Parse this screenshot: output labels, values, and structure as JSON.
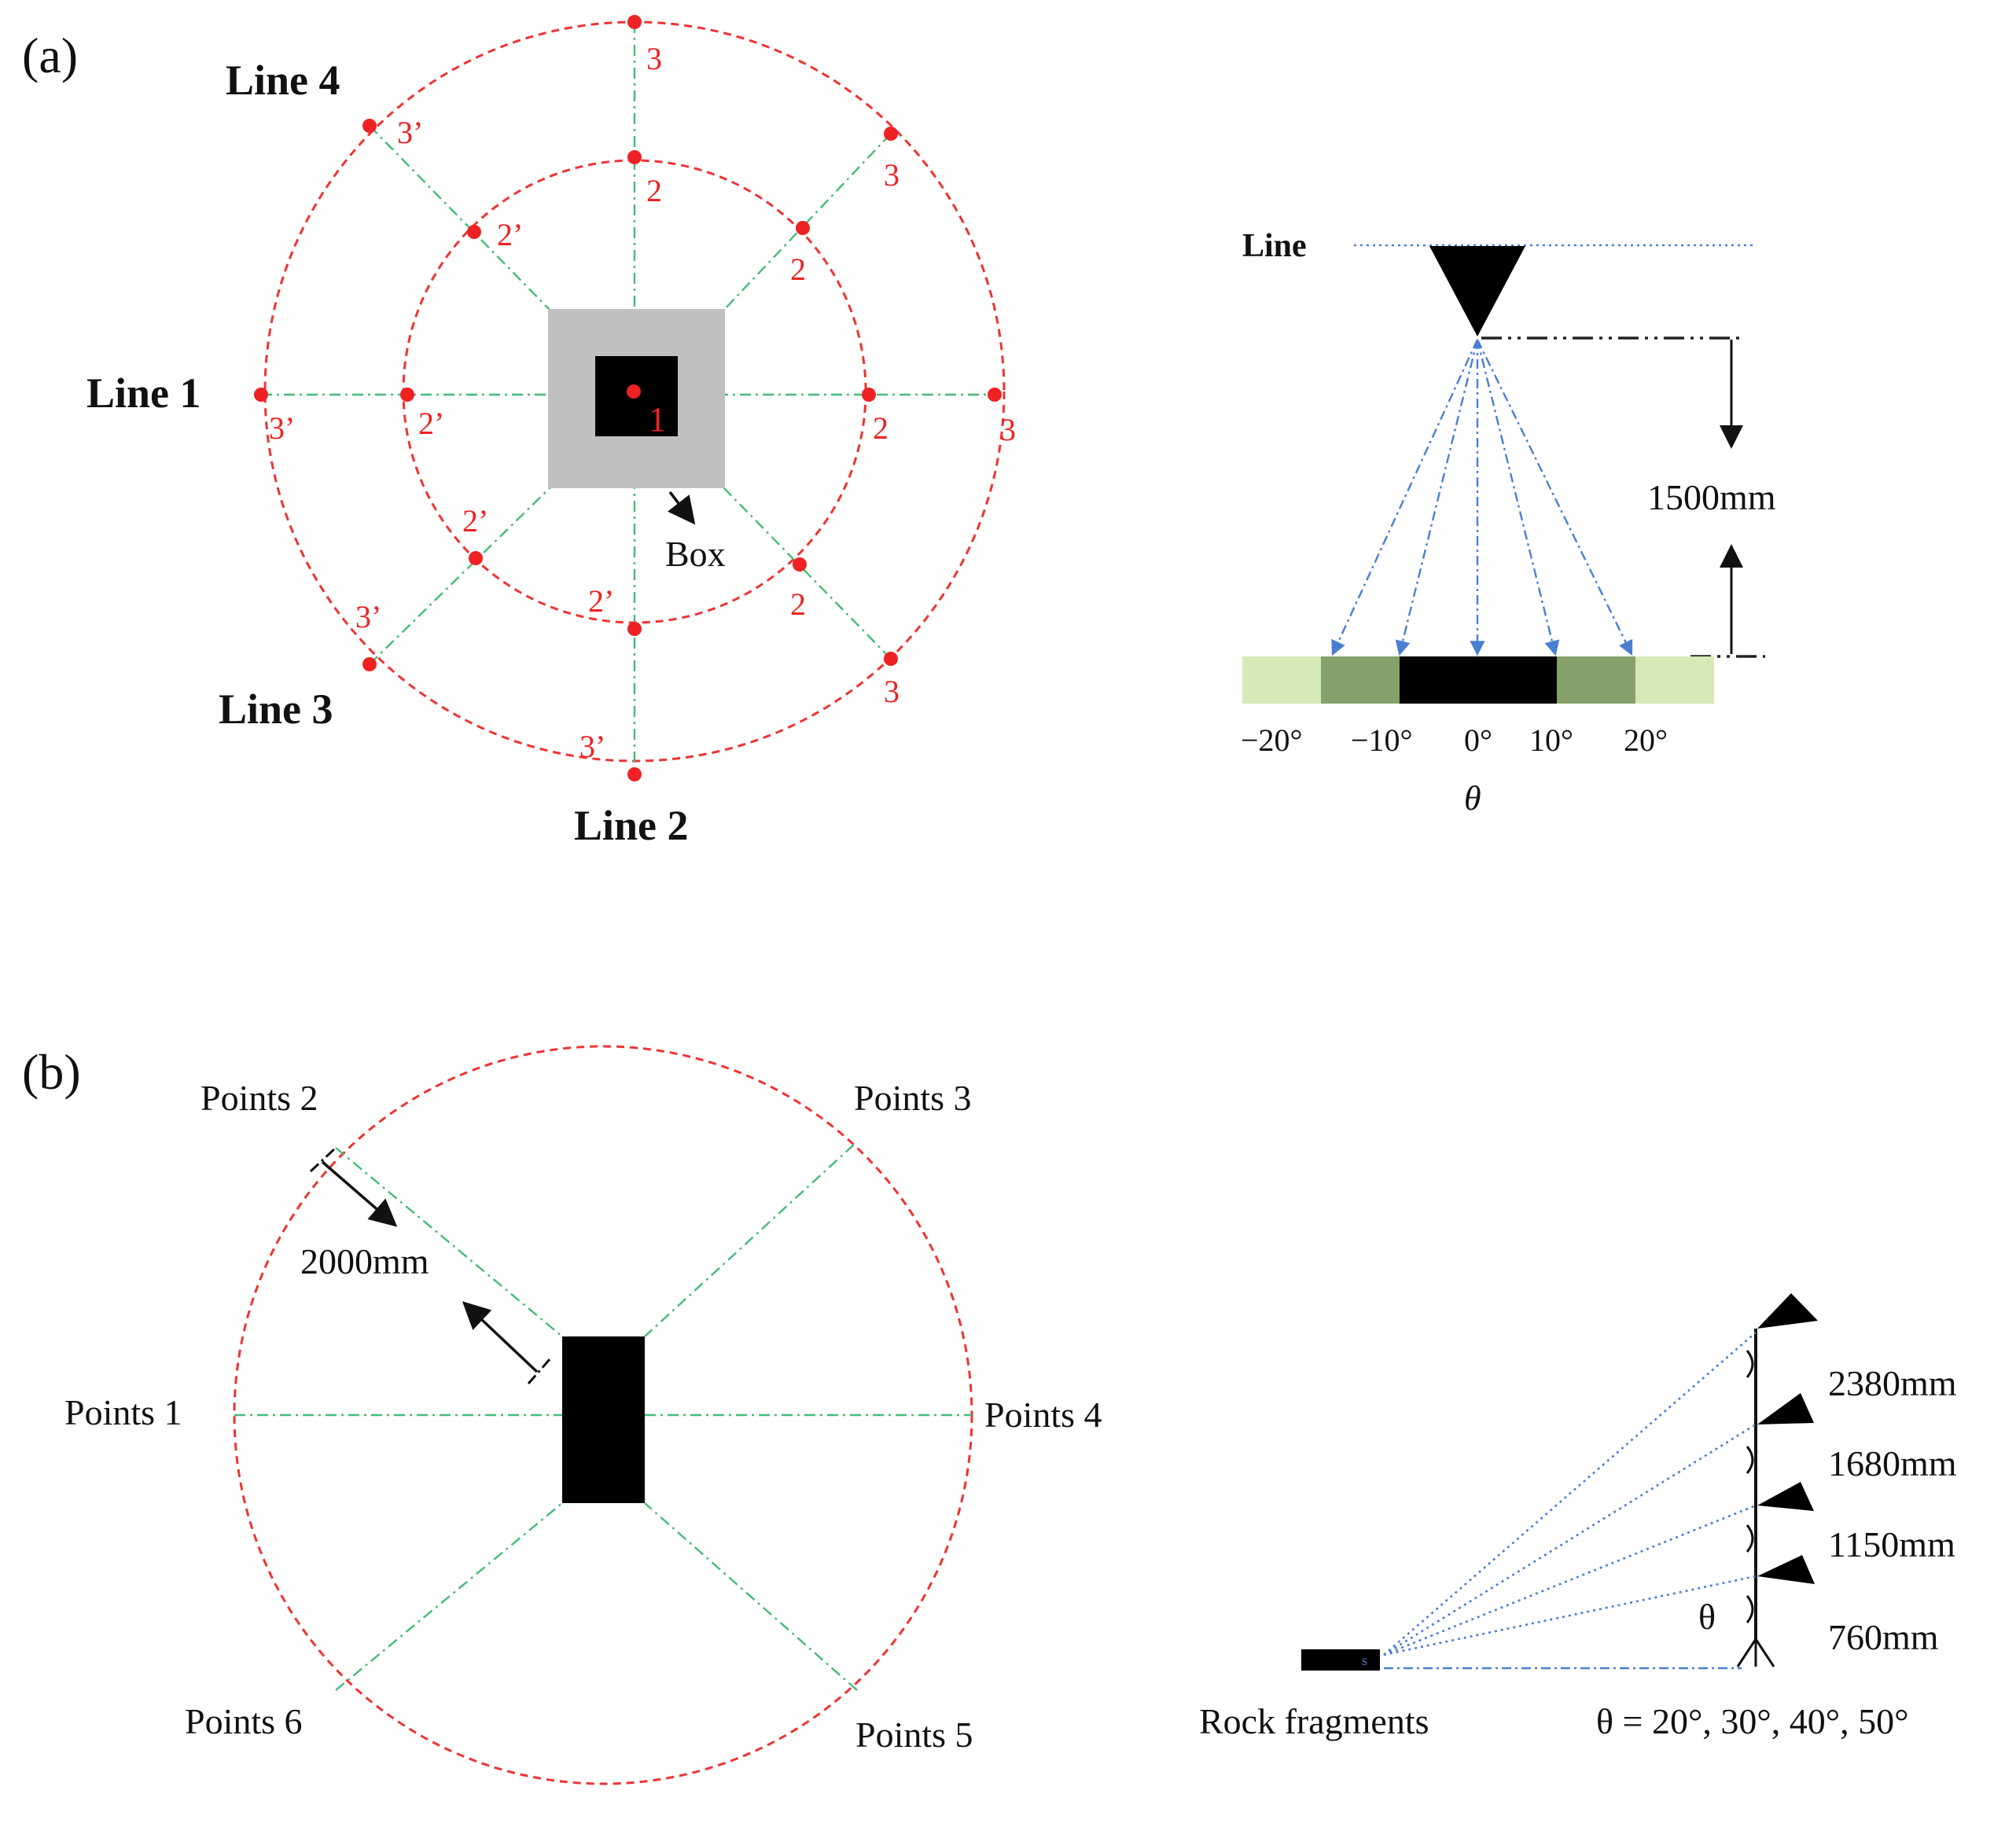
{
  "panel_a": {
    "label": "(a)",
    "lines": {
      "line1": "Line 1",
      "line2": "Line 2",
      "line3": "Line 3",
      "line4": "Line 4"
    },
    "center_point": "1",
    "inner_points": {
      "right": "2",
      "left": "2’"
    },
    "outer_points": {
      "right": "3",
      "left": "3’"
    },
    "box_label": "Box",
    "side": {
      "line_label": "Line",
      "height": "1500mm",
      "angles": [
        "−20°",
        "−10°",
        "0°",
        "10°",
        "20°"
      ],
      "theta": "θ"
    }
  },
  "panel_b": {
    "label": "(b)",
    "points": {
      "p1": "Points 1",
      "p2": "Points 2",
      "p3": "Points 3",
      "p4": "Points 4",
      "p5": "Points 5",
      "p6": "Points 6"
    },
    "radius": "2000mm",
    "side": {
      "heights": [
        "2380mm",
        "1680mm",
        "1150mm",
        "760mm"
      ],
      "theta": "θ",
      "target_label": "Rock fragments",
      "theta_values": "θ = 20°, 30°, 40°, 50°",
      "s_label": "s"
    }
  },
  "colors": {
    "circle": "#ee3333",
    "radial": "#44bb77",
    "sight": "#4a7fd0",
    "box_outer": "#c0c0c0",
    "target": "#000000",
    "zone_inner": "#86a06b",
    "zone_outer": "#d6eab8"
  }
}
